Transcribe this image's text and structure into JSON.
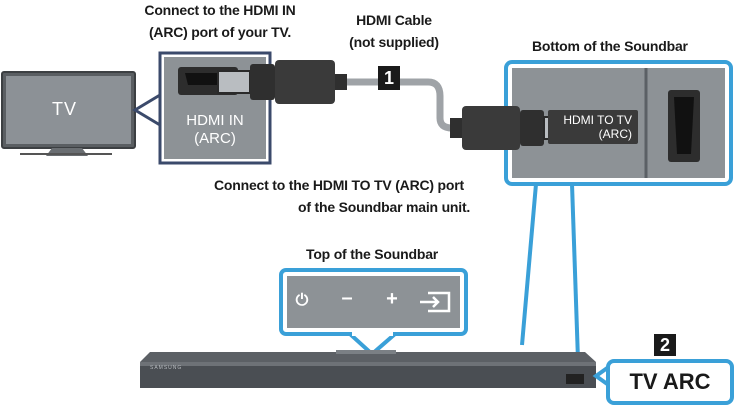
{
  "labels": {
    "connect_tv_line1": "Connect to the HDMI IN",
    "connect_tv_line2": "(ARC) port of your TV.",
    "cable_line1": "HDMI Cable",
    "cable_line2": "(not supplied)",
    "bottom_of_soundbar": "Bottom of the Soundbar",
    "connect_sb_line1": "Connect to the HDMI TO TV (ARC) port",
    "connect_sb_line2": "of the Soundbar main unit.",
    "top_of_soundbar": "Top of the Soundbar"
  },
  "tv": {
    "label": "TV"
  },
  "hdmi_in_port": {
    "line1": "HDMI IN",
    "line2": "(ARC)"
  },
  "hdmi_to_tv_port": {
    "line1": "HDMI TO TV",
    "line2": "(ARC)"
  },
  "steps": {
    "step1": "1",
    "step2": "2"
  },
  "tv_arc_display": "TV ARC",
  "soundbar": {
    "brand": "SAMSUNG"
  },
  "controls": [
    {
      "name": "power",
      "icon": "power-icon",
      "glyph": "⏻"
    },
    {
      "name": "volume-down",
      "icon": "minus-icon",
      "glyph": "–"
    },
    {
      "name": "volume-up",
      "icon": "plus-icon",
      "glyph": "+"
    },
    {
      "name": "source",
      "icon": "source-input-icon",
      "glyph": ""
    }
  ],
  "colors": {
    "callout_blue": "#3aa0d8",
    "panel_gray": "#8d9296",
    "dark_gray": "#3a3a3a",
    "tv_panel_navy": "#3b4a6b"
  }
}
